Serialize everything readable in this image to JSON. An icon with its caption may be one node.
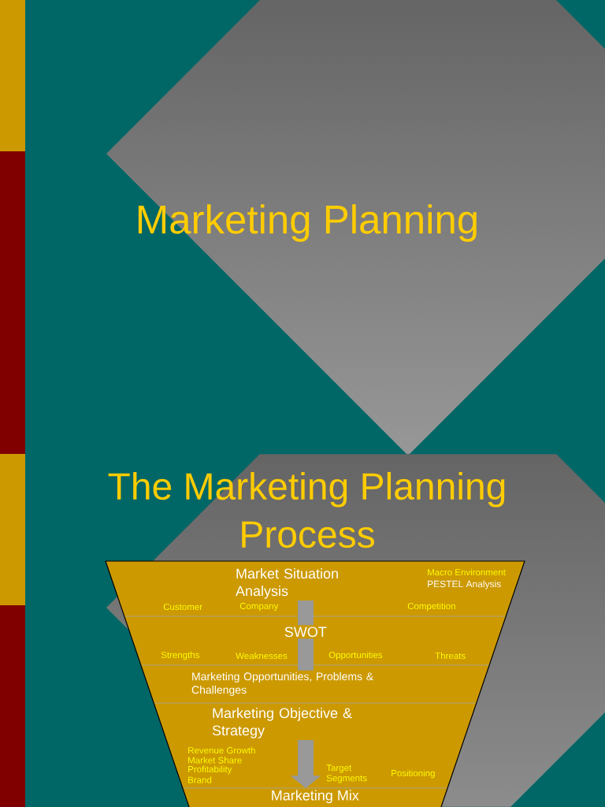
{
  "diagram": {
    "title": "Marketing Planning",
    "nodes": [
      {
        "text": [],
        "shape": "trapezoid"
      },
      {
        "text": [
          "Market Situation Analysis"
        ],
        "in": 0
      },
      {
        "text": [
          "SWOT"
        ],
        "in": 0
      },
      {
        "text": [
          "Marketing Opportunities, Problems & Challenges"
        ],
        "in": 0
      },
      {
        "text": [
          "Marketing Objective & Strategy"
        ],
        "in": 0
      },
      {
        "text": [
          "Marketing Mix"
        ],
        "in": 0
      }
    ],
    "edges": [
      {
        "from": 1,
        "to": 2,
        "arrow": "none"
      },
      {
        "from": 2,
        "to": 3,
        "arrow": "none"
      },
      {
        "from": 4,
        "to": 5,
        "arrow": "to"
      }
    ],
    "labels": [
      "The Marketing Planning Process",
      "Macro Environment",
      "PESTEL Analysis",
      "Customer",
      "Company",
      "Competition",
      "Strengths",
      "Weaknesses",
      "Opportunities",
      "Threats",
      "Revenue Growth",
      "Market Share",
      "Profitability",
      "Brand",
      "Target Segments",
      "Positioning"
    ]
  }
}
